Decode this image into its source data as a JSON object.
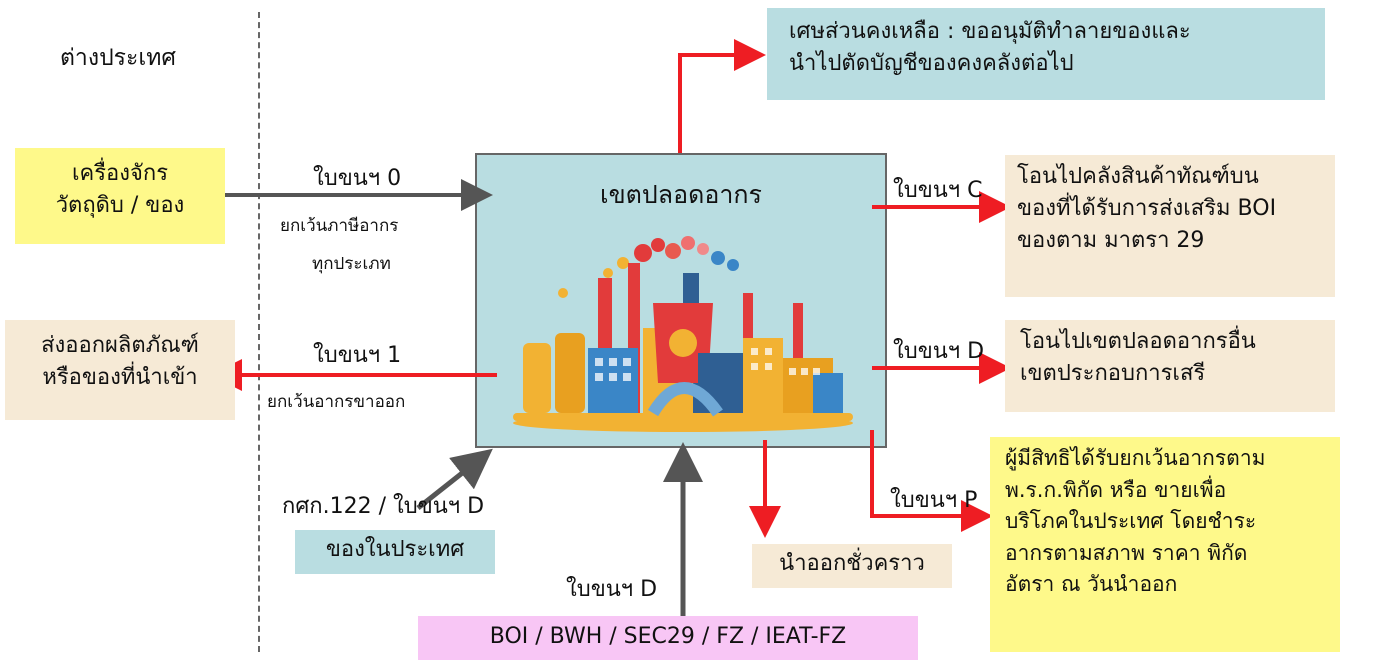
{
  "foreign_label": "ต่างประเทศ",
  "center": {
    "title": "เขตปลอดอากร"
  },
  "boxes": {
    "machinery": [
      "เครื่องจักร",
      "วัตถุดิบ / ของ"
    ],
    "export": [
      "ส่งออกผลิตภัณฑ์",
      "หรือของที่นำเข้า"
    ],
    "domestic": "ของในประเทศ",
    "waste": [
      "เศษส่วนคงเหลือ : ขออนุมัติทำลายของและ",
      "นำไปตัดบัญชีของคงคลังต่อไป"
    ],
    "warehouse": [
      "โอนไปคลังสินค้าทัณฑ์บน",
      "ของที่ได้รับการส่งเสริม BOI",
      "ของตาม มาตรา 29"
    ],
    "other_zone": [
      "โอนไปเขตปลอดอากรอื่น",
      "เขตประกอบการเสรี"
    ],
    "temp_out": "นำออกชั่วคราว",
    "privileged": [
      "ผู้มีสิทธิได้รับยกเว้นอากรตาม",
      "พ.ร.ก.พิกัด หรือ ขายเพื่อ",
      "บริโภคในประเทศ โดยชำระ",
      "อากรตามสภาพ ราคา พิกัด",
      "อัตรา ณ วันนำออก"
    ],
    "zones": "BOI / BWH / SEC29 / FZ / IEAT-FZ"
  },
  "labels": {
    "form_0": "ใบขนฯ 0",
    "form_0_note": [
      "ยกเว้นภาษีอากร",
      "ทุกประเภท"
    ],
    "form_1": "ใบขนฯ 1",
    "form_1_note": "ยกเว้นอากรขาออก",
    "form_c": "ใบขนฯ C",
    "form_d_right": "ใบขนฯ D",
    "form_p": "ใบขนฯ P",
    "form_d_bottom": "ใบขนฯ D",
    "kasak": "กศก.122 / ใบขนฯ D"
  },
  "colors": {
    "yellow": "#fef98a",
    "beige": "#f6ead6",
    "teal": "#b9dde1",
    "pink": "#f8c6f5",
    "red": "#ee1d23",
    "gray": "#555555"
  }
}
